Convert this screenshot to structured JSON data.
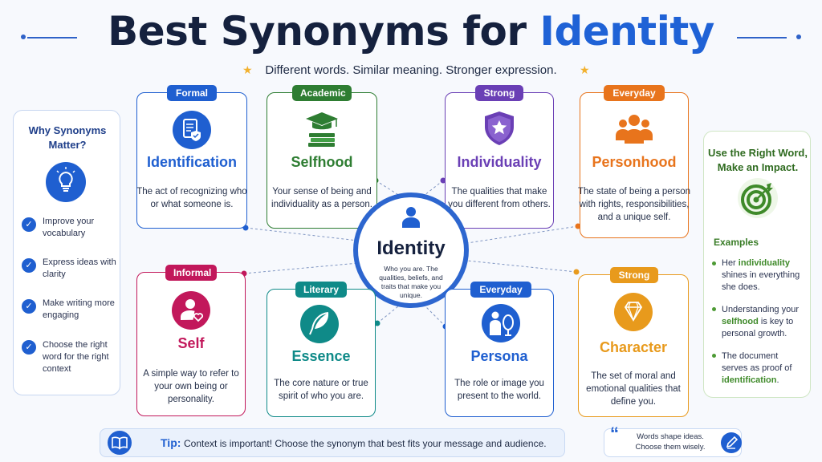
{
  "header": {
    "title_main": "Best Synonyms for ",
    "title_accent": "Identity",
    "subtitle": "Different words. Similar meaning. Stronger expression."
  },
  "left_panel": {
    "title": "Why Synonyms Matter?",
    "icon": "lightbulb-icon",
    "items": [
      "Improve your vocabulary",
      "Express ideas with clarity",
      "Make writing more engaging",
      "Choose the right word for the right context"
    ]
  },
  "center": {
    "word": "Identity",
    "description": "Who you are. The qualities, beliefs, and traits that make you unique.",
    "icon": "person-icon"
  },
  "cards": [
    {
      "tag": "Formal",
      "word": "Identification",
      "desc": "The act of recognizing who or what someone is.",
      "color": "#1f5fd0",
      "icon": "id-document-icon"
    },
    {
      "tag": "Academic",
      "word": "Selfhood",
      "desc": "Your sense of being and individuality as a person.",
      "color": "#2e7d32",
      "icon": "graduation-books-icon"
    },
    {
      "tag": "Strong",
      "word": "Individuality",
      "desc": "The qualities that make you different from others.",
      "color": "#6a3fb5",
      "icon": "star-shield-icon"
    },
    {
      "tag": "Everyday",
      "word": "Personhood",
      "desc": "The state of being a person with rights, responsibilities, and a unique self.",
      "color": "#e8741c",
      "icon": "people-group-icon"
    },
    {
      "tag": "Informal",
      "word": "Self",
      "desc": "A simple way to refer to your own being or personality.",
      "color": "#c2185b",
      "icon": "person-heart-icon"
    },
    {
      "tag": "Literary",
      "word": "Essence",
      "desc": "The core nature or true spirit of who you are.",
      "color": "#0f8a88",
      "icon": "feather-icon"
    },
    {
      "tag": "Everyday",
      "word": "Persona",
      "desc": "The role or image you present to the world.",
      "color": "#1f5fd0",
      "icon": "person-mirror-icon"
    },
    {
      "tag": "Strong",
      "word": "Character",
      "desc": "The set of moral and emotional qualities that define you.",
      "color": "#e89a1c",
      "icon": "diamond-icon"
    }
  ],
  "right_panel": {
    "title": "Use the Right Word, Make an Impact.",
    "icon": "target-icon",
    "examples_label": "Examples",
    "examples": [
      {
        "pre": "Her ",
        "bold": "individuality",
        "post": " shines in everything she does."
      },
      {
        "pre": "Understanding your ",
        "bold": "selfhood",
        "post": " is key to personal growth."
      },
      {
        "pre": "The document serves as proof of ",
        "bold": "identification",
        "post": "."
      }
    ]
  },
  "footer": {
    "tip_label": "Tip:",
    "tip_text": "Context is important! Choose the synonym that best fits your message and audience.",
    "quote": "Words shape ideas. Choose them wisely."
  },
  "colors": {
    "accent": "#1f62d6",
    "title": "#15213e"
  }
}
